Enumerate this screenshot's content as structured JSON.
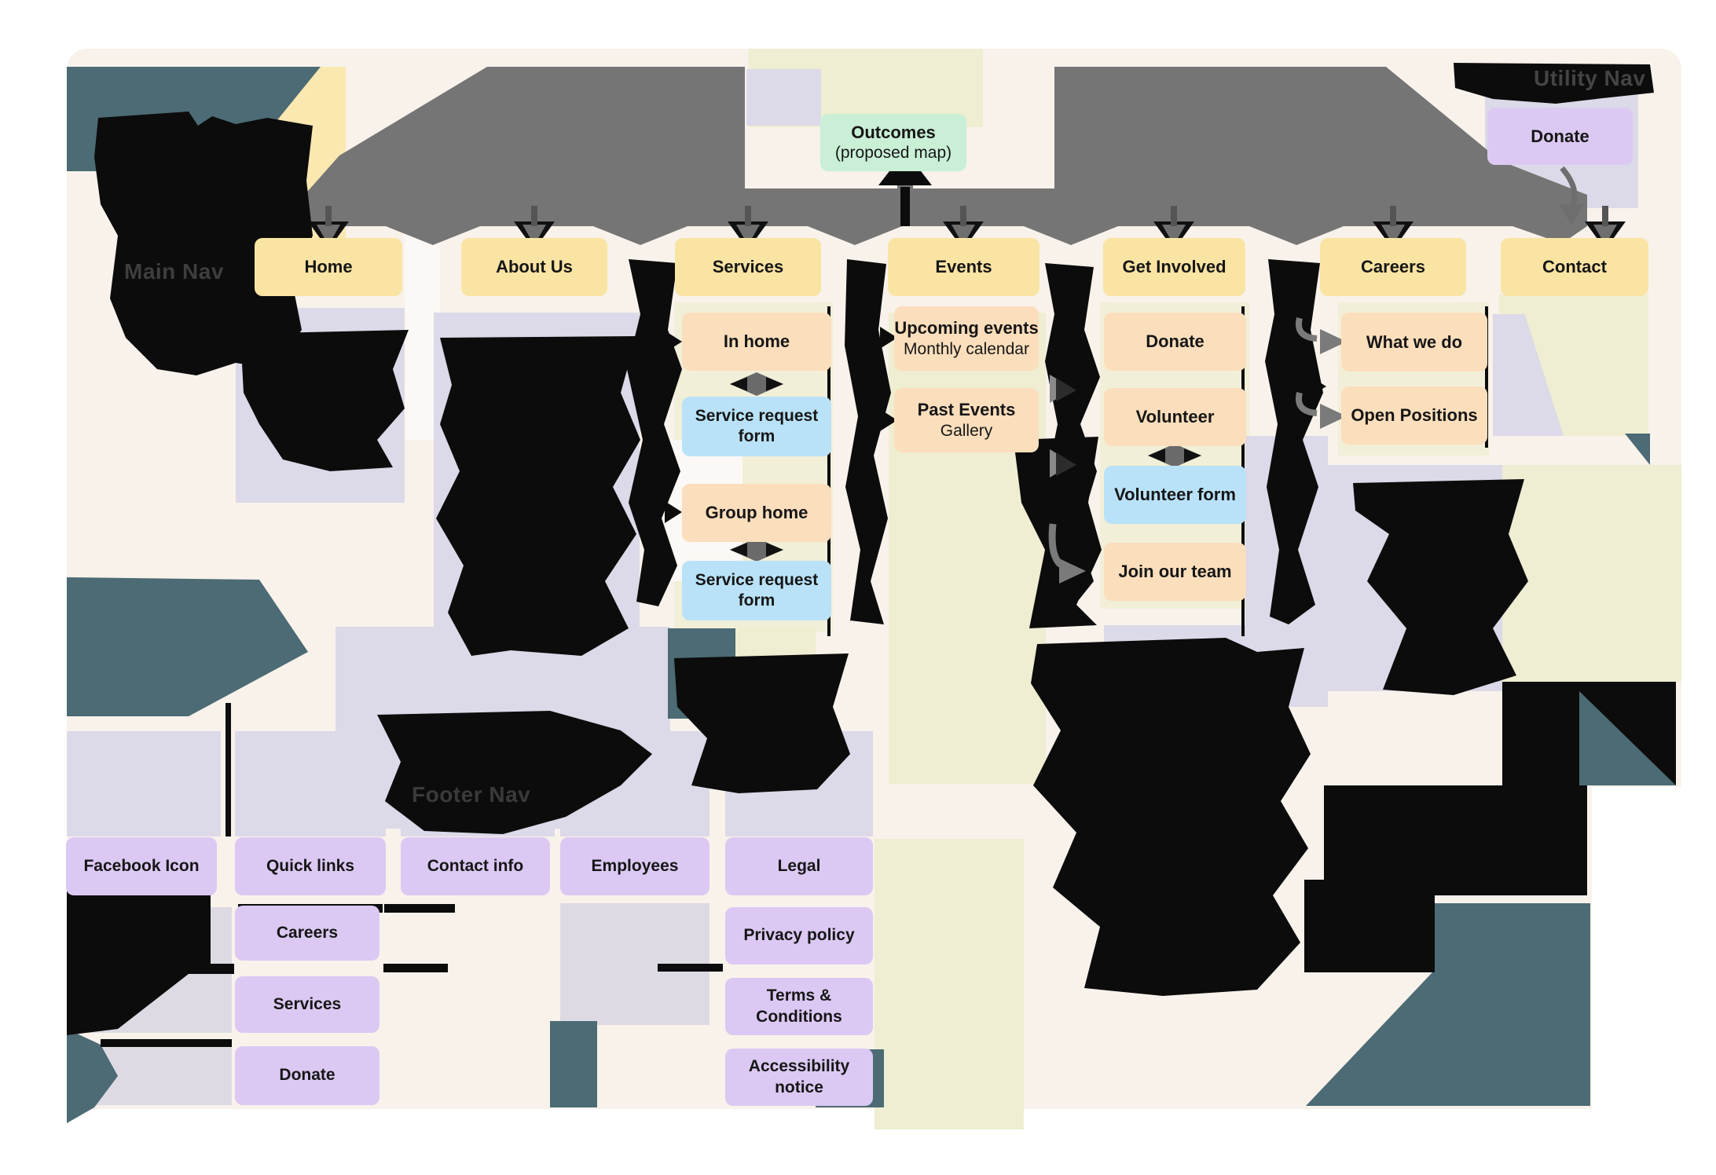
{
  "section_labels": {
    "main_nav": "Main Nav",
    "utility_nav": "Utility Nav",
    "footer_nav": "Footer Nav"
  },
  "outcomes": {
    "title": "Outcomes",
    "subtitle": "(proposed map)"
  },
  "utility_nav": {
    "donate": "Donate"
  },
  "main_nav": {
    "items": [
      {
        "label": "Home"
      },
      {
        "label": "About Us"
      },
      {
        "label": "Services"
      },
      {
        "label": "Events"
      },
      {
        "label": "Get Involved"
      },
      {
        "label": "Careers"
      },
      {
        "label": "Contact"
      }
    ]
  },
  "services": {
    "children": [
      {
        "title": "In home"
      },
      {
        "title": "Service request form"
      },
      {
        "title": "Group home"
      },
      {
        "title": "Service request form"
      }
    ]
  },
  "events": {
    "children": [
      {
        "title": "Upcoming events",
        "subtitle": "Monthly calendar"
      },
      {
        "title": "Past Events",
        "subtitle": "Gallery"
      }
    ]
  },
  "get_involved": {
    "children": [
      {
        "title": "Donate"
      },
      {
        "title": "Volunteer"
      },
      {
        "title": "Volunteer form"
      },
      {
        "title": "Join our team"
      }
    ]
  },
  "careers": {
    "children": [
      {
        "title": "What we do"
      },
      {
        "title": "Open Positions"
      }
    ]
  },
  "footer_nav": {
    "columns": [
      {
        "label": "Facebook Icon"
      },
      {
        "label": "Quick links"
      },
      {
        "label": "Contact info"
      },
      {
        "label": "Employees"
      },
      {
        "label": "Legal"
      }
    ],
    "quick_links_children": [
      {
        "label": "Careers"
      },
      {
        "label": "Services"
      },
      {
        "label": "Donate"
      }
    ],
    "legal_children": [
      {
        "label": "Privacy policy"
      },
      {
        "label": "Terms & Conditions"
      },
      {
        "label": "Accessibility notice"
      }
    ]
  },
  "colors": {
    "teal_background": "#4C6B74",
    "main_nav_yellow": "#FAE4A3",
    "child_peach": "#FBDEBC",
    "form_blue": "#B9E2F8",
    "outcomes_green": "#C9EFD6",
    "footer_purple": "#DBC9F3",
    "panel_lavender": "#DCD9E8",
    "panel_pale_yellow": "#EFEDD2",
    "canvas_cream": "#F8F2EB",
    "connector_gray": "#757575",
    "redaction_black": "#0C0C0C"
  }
}
